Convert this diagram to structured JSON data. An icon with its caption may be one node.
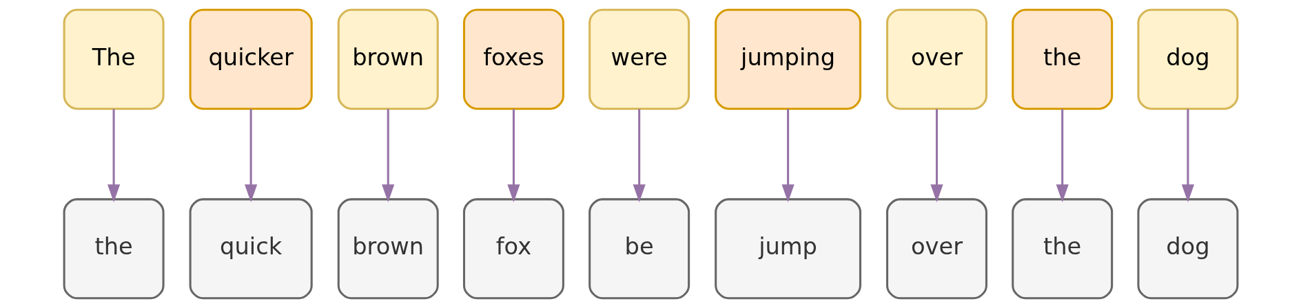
{
  "diagram": {
    "nodes": [
      {
        "text": [
          "The"
        ]
      },
      {
        "text": [
          "quicker"
        ]
      },
      {
        "text": [
          "brown"
        ]
      },
      {
        "text": [
          "foxes"
        ]
      },
      {
        "text": [
          "were"
        ]
      },
      {
        "text": [
          "jumping"
        ]
      },
      {
        "text": [
          "over"
        ]
      },
      {
        "text": [
          "the"
        ]
      },
      {
        "text": [
          "dog"
        ]
      },
      {
        "text": [
          "the"
        ]
      },
      {
        "text": [
          "quick"
        ]
      },
      {
        "text": [
          "brown"
        ]
      },
      {
        "text": [
          "fox"
        ]
      },
      {
        "text": [
          "be"
        ]
      },
      {
        "text": [
          "jump"
        ]
      },
      {
        "text": [
          "over"
        ]
      },
      {
        "text": [
          "the"
        ]
      },
      {
        "text": [
          "dog"
        ]
      }
    ],
    "edges": [
      {
        "from": 0,
        "to": 9,
        "arrow": "to"
      },
      {
        "from": 1,
        "to": 10,
        "arrow": "to"
      },
      {
        "from": 2,
        "to": 11,
        "arrow": "to"
      },
      {
        "from": 3,
        "to": 12,
        "arrow": "to"
      },
      {
        "from": 4,
        "to": 13,
        "arrow": "to"
      },
      {
        "from": 5,
        "to": 14,
        "arrow": "to"
      },
      {
        "from": 6,
        "to": 15,
        "arrow": "to"
      },
      {
        "from": 7,
        "to": 16,
        "arrow": "to"
      },
      {
        "from": 8,
        "to": 17,
        "arrow": "to"
      }
    ]
  }
}
